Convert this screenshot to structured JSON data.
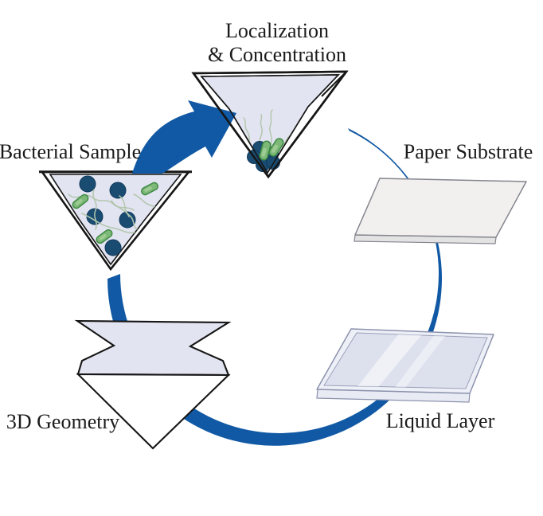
{
  "diagram": {
    "type": "circular-workflow",
    "background": "#ffffff",
    "nodes": [
      {
        "id": "localization",
        "label_line1": "Localization",
        "label_line2": "& Concentration",
        "icon": "funnel-cone-with-concentrated-bacteria"
      },
      {
        "id": "paper-substrate",
        "label": "Paper Substrate",
        "icon": "flat-paper-sheet"
      },
      {
        "id": "liquid-layer",
        "label": "Liquid Layer",
        "icon": "glass-liquid-slab"
      },
      {
        "id": "3d-geometry",
        "label": "3D Geometry",
        "icon": "folded-origami-template"
      },
      {
        "id": "bacterial-sample",
        "label": "Bacterial Sample",
        "icon": "funnel-cone-with-dispersed-bacteria"
      }
    ],
    "connectors": {
      "ring": "tapered circular arc linking paper substrate, liquid layer, 3D geometry and bacterial sample",
      "arrow": "thick curved arrow from bacterial sample into localization cone"
    },
    "colors": {
      "accent-blue": "#1159a4",
      "navy-cell": "#1a4c72",
      "bacteria-green": "#7cb878",
      "bacteria-green-border": "#3f8a44",
      "flagella-green": "#b3c6ad",
      "cone-lavender": "#e2e4f1",
      "paper-face": "#f1f0ee",
      "liquid-face": "#dde1ee",
      "outline-black": "#161616",
      "text-color": "#1b1b1b"
    }
  }
}
